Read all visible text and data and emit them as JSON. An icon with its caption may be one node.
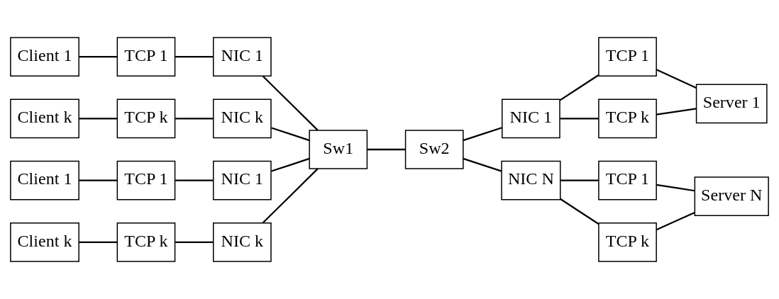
{
  "diagram": {
    "nodes": [
      {
        "text": [
          "Client 1"
        ]
      },
      {
        "text": [
          "TCP 1"
        ]
      },
      {
        "text": [
          "NIC 1"
        ]
      },
      {
        "text": [
          "Client k"
        ]
      },
      {
        "text": [
          "TCP k"
        ]
      },
      {
        "text": [
          "NIC k"
        ]
      },
      {
        "text": [
          "Client 1"
        ]
      },
      {
        "text": [
          "TCP 1"
        ]
      },
      {
        "text": [
          "NIC 1"
        ]
      },
      {
        "text": [
          "Client k"
        ]
      },
      {
        "text": [
          "TCP k"
        ]
      },
      {
        "text": [
          "NIC k"
        ]
      },
      {
        "text": [
          "Sw1"
        ]
      },
      {
        "text": [
          "Sw2"
        ]
      },
      {
        "text": [
          "NIC 1"
        ]
      },
      {
        "text": [
          "TCP 1"
        ]
      },
      {
        "text": [
          "Server 1"
        ]
      },
      {
        "text": [
          "TCP k"
        ]
      },
      {
        "text": [
          "NIC N"
        ]
      },
      {
        "text": [
          "TCP 1"
        ]
      },
      {
        "text": [
          "Server N"
        ]
      },
      {
        "text": [
          "TCP k"
        ]
      }
    ],
    "edges": [
      {
        "from": 0,
        "to": 1,
        "arrow": "none"
      },
      {
        "from": 1,
        "to": 2,
        "arrow": "none"
      },
      {
        "from": 3,
        "to": 4,
        "arrow": "none"
      },
      {
        "from": 4,
        "to": 5,
        "arrow": "none"
      },
      {
        "from": 6,
        "to": 7,
        "arrow": "none"
      },
      {
        "from": 7,
        "to": 8,
        "arrow": "none"
      },
      {
        "from": 9,
        "to": 10,
        "arrow": "none"
      },
      {
        "from": 10,
        "to": 11,
        "arrow": "none"
      },
      {
        "from": 2,
        "to": 12,
        "arrow": "none"
      },
      {
        "from": 5,
        "to": 12,
        "arrow": "none"
      },
      {
        "from": 8,
        "to": 12,
        "arrow": "none"
      },
      {
        "from": 11,
        "to": 12,
        "arrow": "none"
      },
      {
        "from": 12,
        "to": 13,
        "arrow": "none"
      },
      {
        "from": 13,
        "to": 14,
        "arrow": "none"
      },
      {
        "from": 13,
        "to": 18,
        "arrow": "none"
      },
      {
        "from": 14,
        "to": 15,
        "arrow": "none"
      },
      {
        "from": 14,
        "to": 17,
        "arrow": "none"
      },
      {
        "from": 15,
        "to": 16,
        "arrow": "none"
      },
      {
        "from": 17,
        "to": 16,
        "arrow": "none"
      },
      {
        "from": 18,
        "to": 19,
        "arrow": "none"
      },
      {
        "from": 18,
        "to": 21,
        "arrow": "none"
      },
      {
        "from": 19,
        "to": 20,
        "arrow": "none"
      },
      {
        "from": 21,
        "to": 20,
        "arrow": "none"
      }
    ]
  }
}
